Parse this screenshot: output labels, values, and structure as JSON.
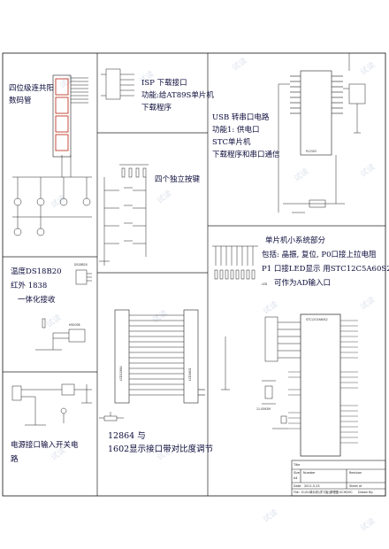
{
  "labels": {
    "seg": [
      "四位级连共阳",
      "数码管"
    ],
    "isp": [
      "ISP 下载接口",
      "功能:给AT89S单片机",
      "下载程序"
    ],
    "usb": [
      "USB 转串口电路",
      "功能1: 供电口",
      "STC单片机",
      "下载程序和串口通信"
    ],
    "keys": "四个独立按键",
    "mcu": [
      "单片机小系统部分",
      "包括: 晶振, 复位, P0口接上拉电阻",
      "P1 口接LED显示   用STC12C5A60S2",
      "可作为AD输入口"
    ],
    "temp": [
      "温度DS18B20",
      "红外    1838",
      "一体化接收"
    ],
    "lcd": [
      "12864 与",
      "1602显示接口带对比度调节"
    ],
    "power": [
      "电源接口输入开关电",
      "路"
    ]
  },
  "chips": {
    "usb_ic": "PL2303",
    "lcd12864": "LCD12864",
    "lcd1602": "LCD1602",
    "mcu": "STC12C5A60S2",
    "ds18b20": "DS18B20",
    "ir": "HS0038",
    "crystal": "11.0592M",
    "led_tag": "LED"
  },
  "title_block": {
    "title_key": "Title",
    "size_key": "Size",
    "size": "A4",
    "number_key": "Number",
    "revision_key": "Revision",
    "date_key": "Date:",
    "date": "2011-5-23",
    "sheet_key": "Sheet   of",
    "file_key": "File:",
    "file": "D:\\51单片机\\学习板\\原理图.SCHDOC",
    "drawn_key": "Drawn By:"
  },
  "watermark": "试读",
  "colors": {
    "wire": "#1a1a1a",
    "frame": "#111111",
    "text": "#0a0a3a",
    "watermark": "#b8c4d8"
  }
}
